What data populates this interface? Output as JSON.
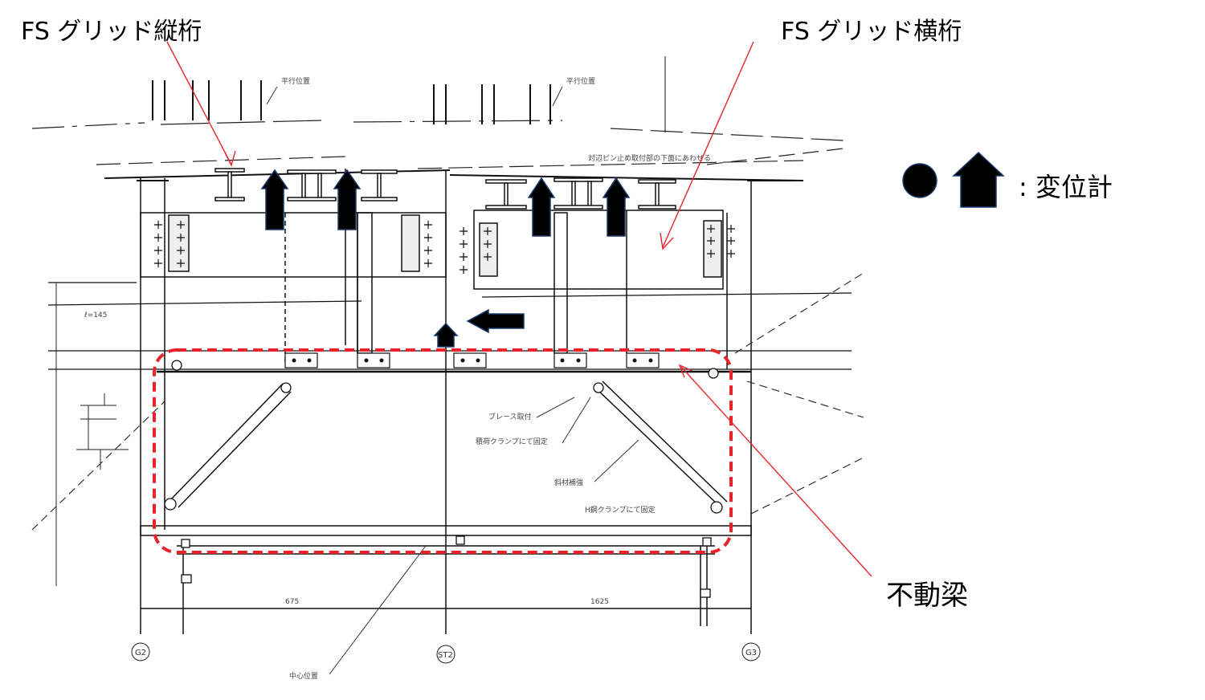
{
  "labels": {
    "fs_grid_longitudinal": "FS グリッド縦桁",
    "fs_grid_transverse": "FS グリッド横桁",
    "fixed_beam": "不動梁",
    "legend_displacement_gauge": ": 変位計"
  },
  "drawing_notes": {
    "note_top_left": "平行位置",
    "note_top_right": "平行位置",
    "note_center_top": "対辺ピン止め取付部の下面にあわせる",
    "note_brace_1": "ブレース取付",
    "note_brace_2": "積荷クランプにて固定",
    "note_brace_3": "斜材補強",
    "note_brace_4": "H鋼クランプにて固定",
    "note_bottom": "中心位置",
    "dim_left": "675",
    "dim_right": "1625",
    "grid_left": "G2",
    "grid_center": "ST2",
    "grid_right": "G3"
  },
  "colors": {
    "annotation_red": "#e8242a",
    "gauge_fill": "#000000",
    "gauge_outline": "#1b3a6b",
    "drawing_line": "#1a1a1a"
  },
  "icons": {
    "gauge_dot": "filled-circle",
    "gauge_arrow": "up-arrow"
  }
}
